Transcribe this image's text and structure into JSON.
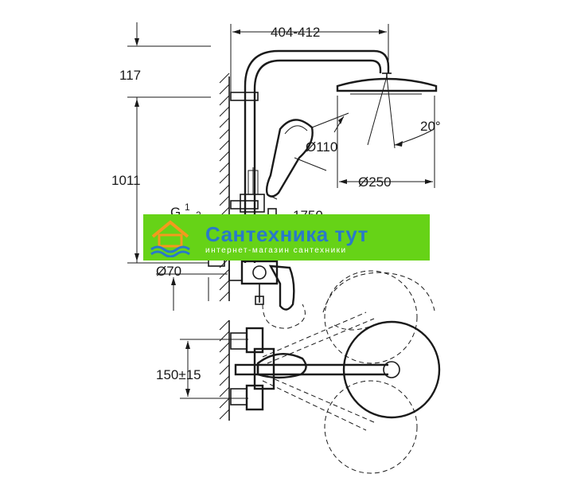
{
  "dimensions": {
    "arm_reach": "404-412",
    "top_height": "117",
    "tilt_angle": "20°",
    "handshower_diameter": "Ø110",
    "head_diameter": "Ø250",
    "total_height": "1011",
    "thread_prefix": "G",
    "thread_num": "1",
    "thread_den": "2",
    "hose_length": "1750",
    "rosette_diameter": "Ø70",
    "inlet_spacing": "150±15"
  },
  "watermark": {
    "title": "Сантехника тут",
    "subtitle": "интернет-магазин сантехники",
    "background_color": "#66d317",
    "title_color": "#2a79c9"
  }
}
